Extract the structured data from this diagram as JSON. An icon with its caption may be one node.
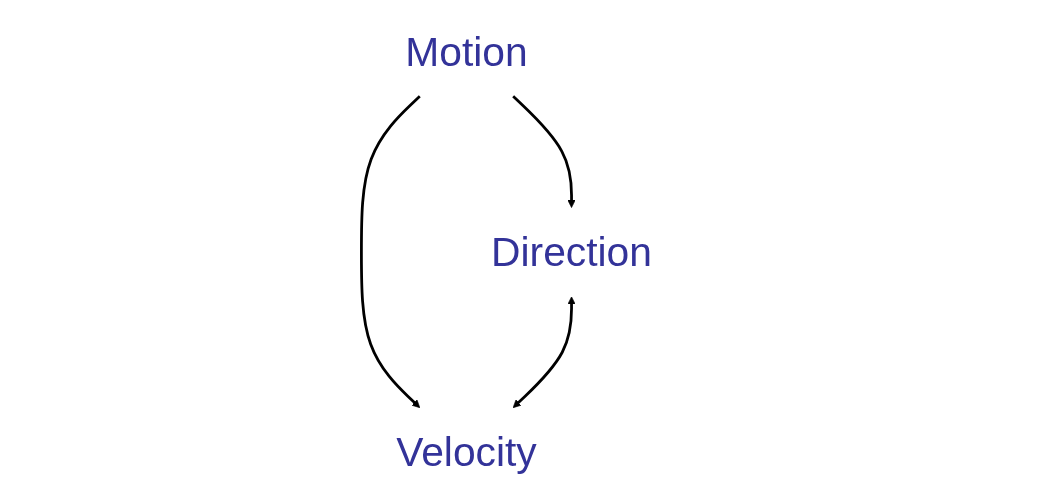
{
  "diagram": {
    "nodes": [
      {
        "text": [
          "Motion"
        ]
      },
      {
        "text": [
          "Direction"
        ]
      },
      {
        "text": [
          "Velocity"
        ]
      }
    ],
    "edges": [
      {
        "from": 0,
        "to": 1,
        "arrow": "to"
      },
      {
        "from": 0,
        "to": 2,
        "arrow": "to"
      },
      {
        "from": 1,
        "to": 2,
        "arrow": "both"
      }
    ]
  }
}
